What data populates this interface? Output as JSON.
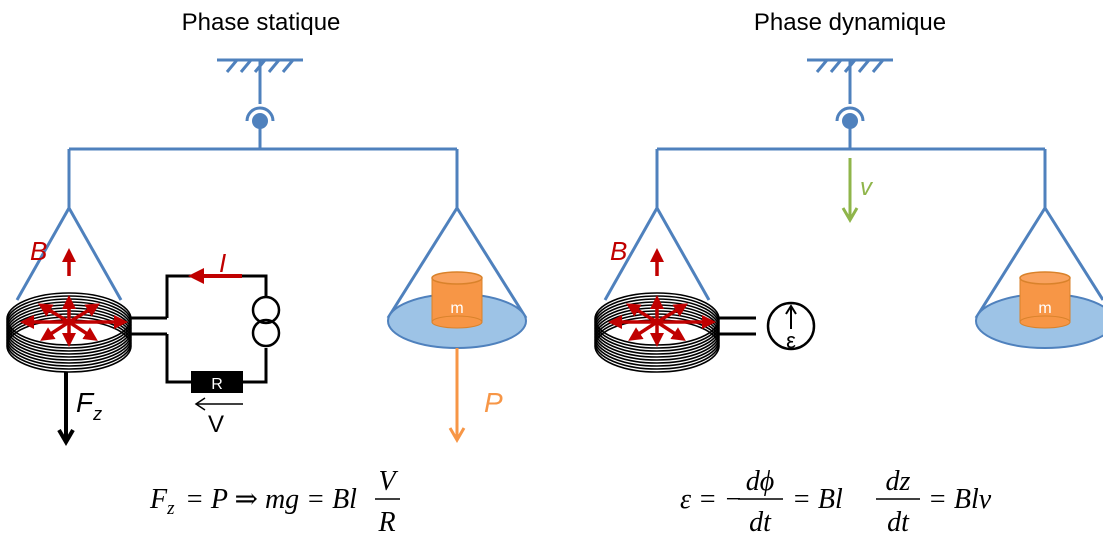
{
  "static_phase": {
    "title": "Phase statique",
    "field_label": "B",
    "current_label": "I",
    "resistor_label": "R",
    "voltage_label": "V",
    "force_label": "F",
    "force_subscript": "z",
    "mass_label": "m",
    "weight_label": "P",
    "equation": {
      "lhs": "F",
      "lhs_sub": "z",
      "middle": "= P ⇒ mg = Bl",
      "frac_num": "V",
      "frac_den": "R"
    }
  },
  "dynamic_phase": {
    "title": "Phase dynamique",
    "field_label": "B",
    "velocity_label": "v",
    "emf_label": "ε",
    "mass_label": "m",
    "equation": {
      "lhs": "ε = −",
      "frac1_num": "dϕ",
      "frac1_den": "dt",
      "mid": "= Bl",
      "frac2_num": "dz",
      "frac2_den": "dt",
      "rhs": "= Blv"
    }
  },
  "colors": {
    "structure_blue": "#4f81bd",
    "pan_fill": "#9dc3e6",
    "field_red": "#c00000",
    "mass_orange": "#f79646",
    "velocity_green": "#8fb54a",
    "coil_black": "#000000"
  }
}
